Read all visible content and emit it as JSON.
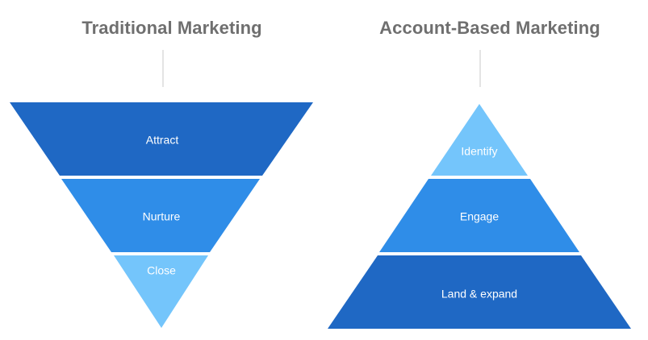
{
  "traditional": {
    "title": "Traditional Marketing",
    "stages": [
      {
        "label": "Attract",
        "color": "#1f68c4"
      },
      {
        "label": "Nurture",
        "color": "#2f8de8"
      },
      {
        "label": "Close",
        "color": "#74c5fb"
      }
    ]
  },
  "abm": {
    "title": "Account-Based Marketing",
    "stages": [
      {
        "label": "Identify",
        "color": "#74c5fb"
      },
      {
        "label": "Engage",
        "color": "#2f8de8"
      },
      {
        "label": "Land & expand",
        "color": "#1f68c4"
      }
    ]
  },
  "colors": {
    "title_text": "#6f6f6f",
    "connector": "#e4e4e4",
    "segment_text": "#ffffff"
  }
}
